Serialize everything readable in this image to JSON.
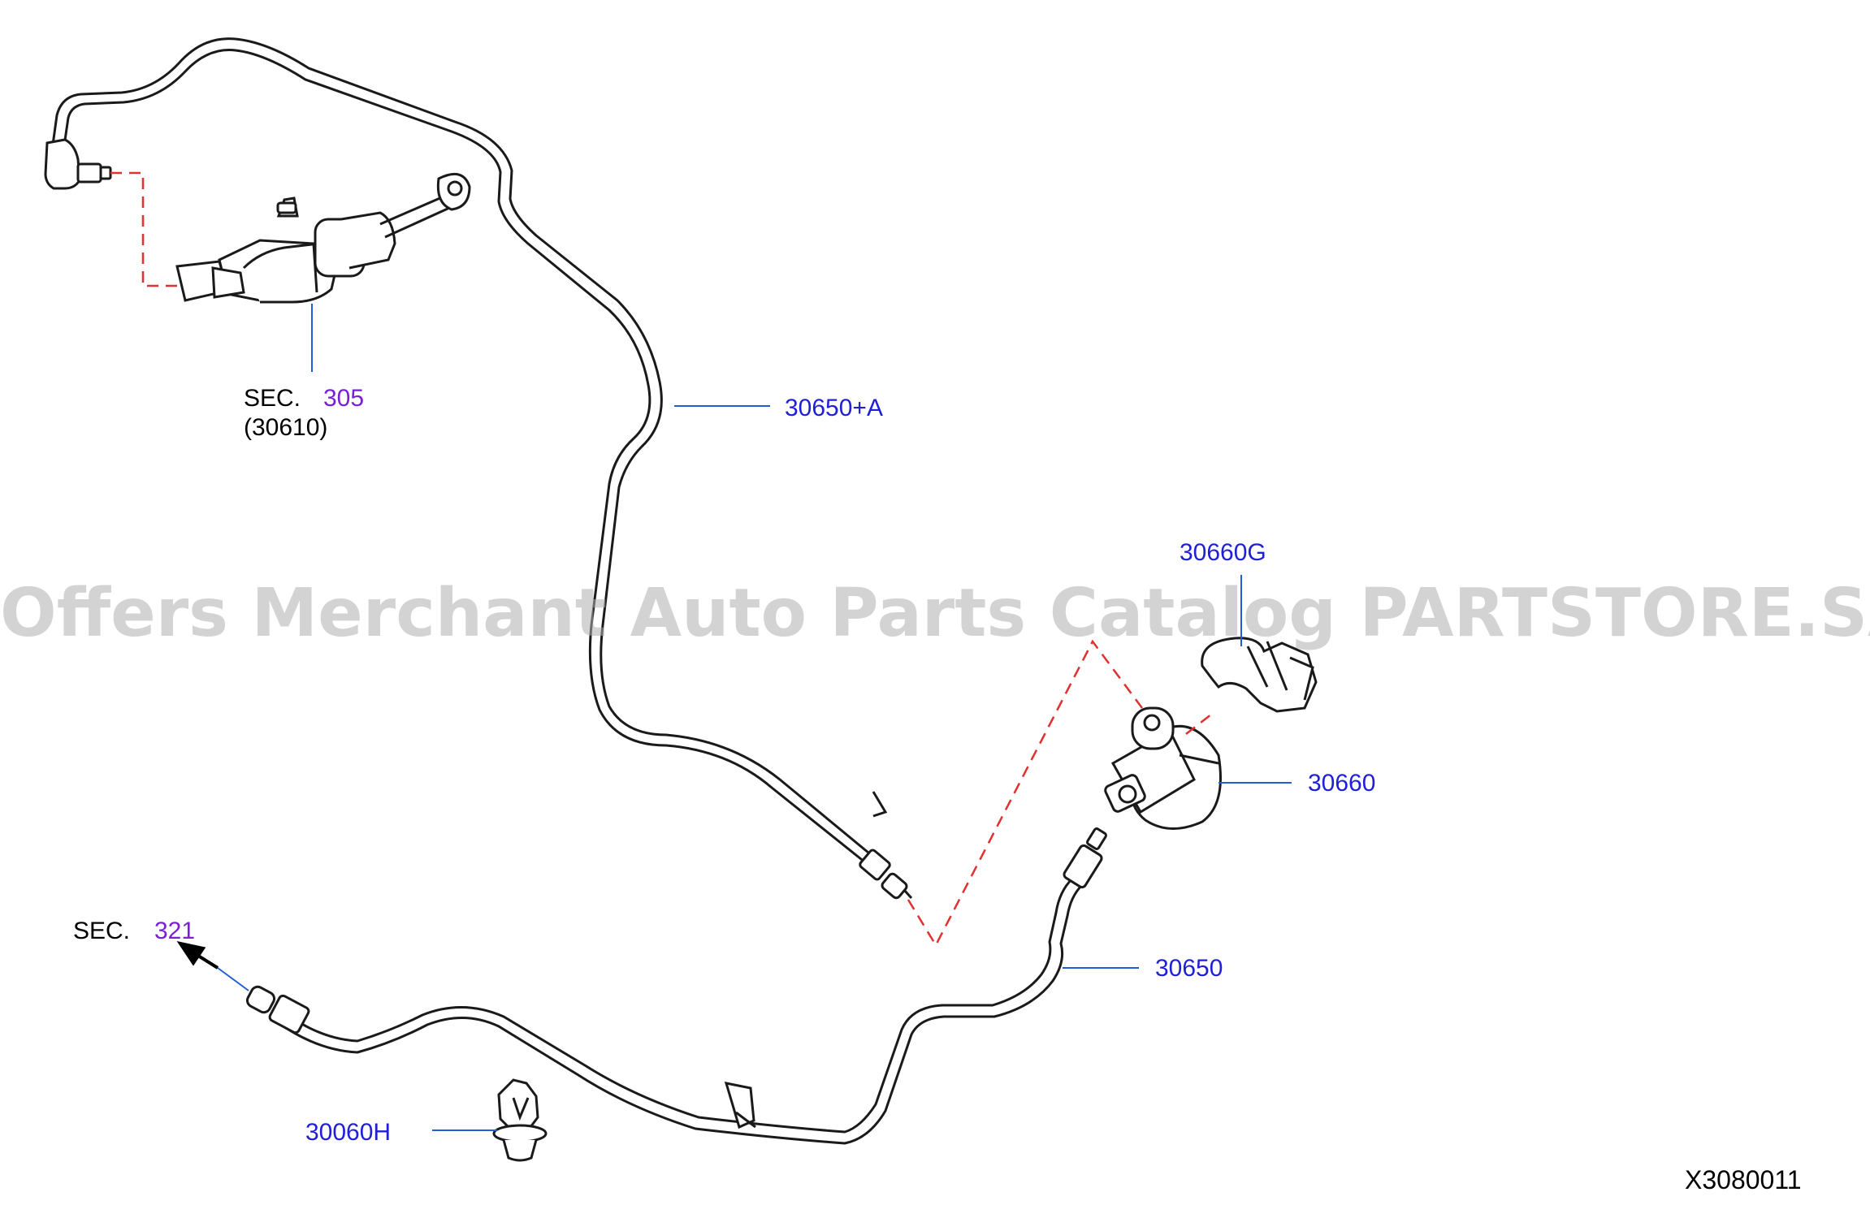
{
  "labels": {
    "p30650a": "30650+A",
    "p30660g": "30660G",
    "p30660": "30660",
    "p30650": "30650",
    "p30060h": "30060H",
    "sec_word": "SEC.",
    "sec305": "305",
    "sec305_sub": "(30610)",
    "sec321": "321"
  },
  "watermark": "Offers Merchant Auto Parts Catalog PARTSTORE.SA",
  "diagram_code": "X3080011",
  "colors": {
    "part_number": "#1f1fd6",
    "section_ref": "#7a1fd6",
    "leader": "#1f5fd6",
    "dashed_guide": "#e0302f",
    "outline": "#1a1a1a"
  }
}
